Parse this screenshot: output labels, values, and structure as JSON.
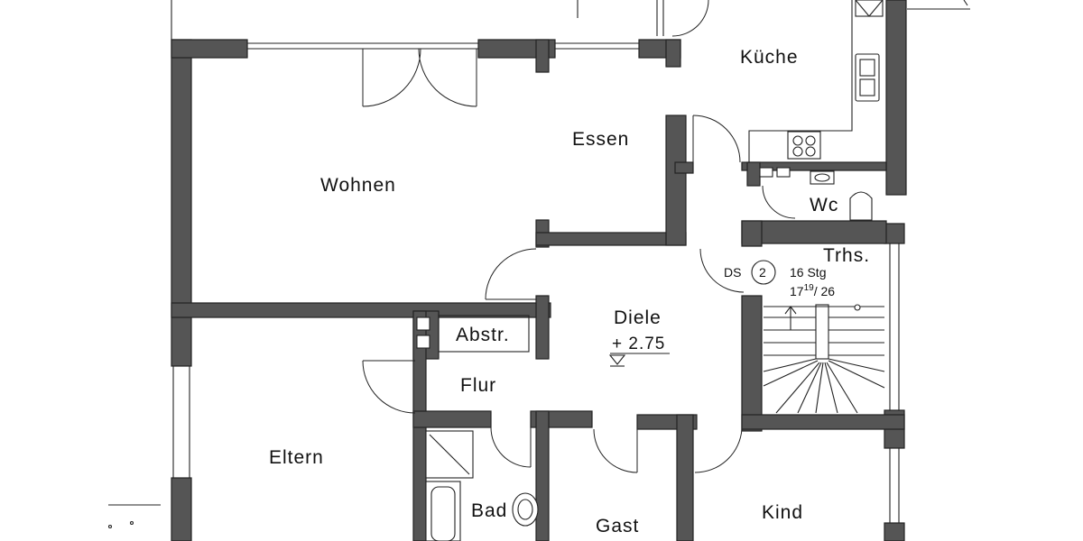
{
  "rooms": {
    "kueche": "Küche",
    "essen": "Essen",
    "wohnen": "Wohnen",
    "wc": "Wc",
    "trhs": "Trhs.",
    "diele": "Diele",
    "abstr": "Abstr.",
    "flur": "Flur",
    "eltern": "Eltern",
    "bad": "Bad",
    "gast": "Gast",
    "kind": "Kind"
  },
  "level": "+ 2.75",
  "stair": {
    "ds_label": "DS",
    "ds_number": "2",
    "steps": "16 Stg",
    "ratio_main": "17",
    "ratio_sup": "19",
    "ratio_rest": "/ 26"
  }
}
